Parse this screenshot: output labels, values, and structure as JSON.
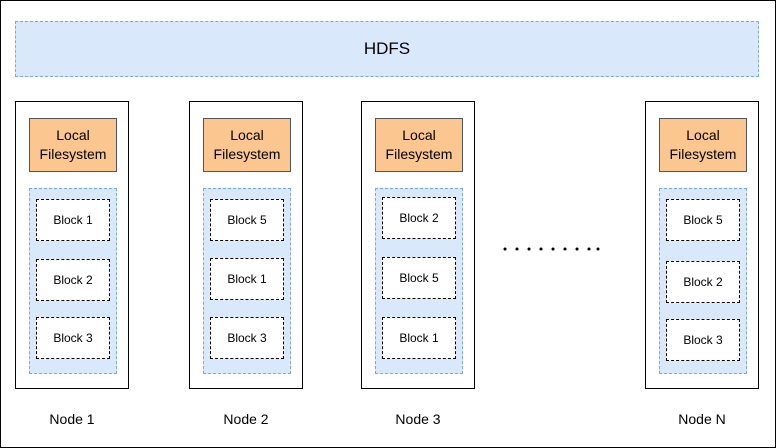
{
  "hdfs": {
    "label": "HDFS"
  },
  "nodes": [
    {
      "name": "Node 1",
      "local_fs": "Local\nFilesystem",
      "blocks": [
        "Block 1",
        "Block 2",
        "Block 3"
      ]
    },
    {
      "name": "Node 2",
      "local_fs": "Local\nFilesystem",
      "blocks": [
        "Block 5",
        "Block 1",
        "Block 3"
      ]
    },
    {
      "name": "Node 3",
      "local_fs": "Local\nFilesystem",
      "blocks": [
        "Block 2",
        "Block 5",
        "Block 1"
      ]
    },
    {
      "name": "Node N",
      "local_fs": "Local\nFilesystem",
      "blocks": [
        "Block 5",
        "Block 2",
        "Block 3"
      ]
    }
  ],
  "colors": {
    "hdfs_fill": "#dae8fc",
    "hdfs_border": "#7ea6e0",
    "local_fs_fill": "#fbc690",
    "block_fill": "#ffffff"
  }
}
